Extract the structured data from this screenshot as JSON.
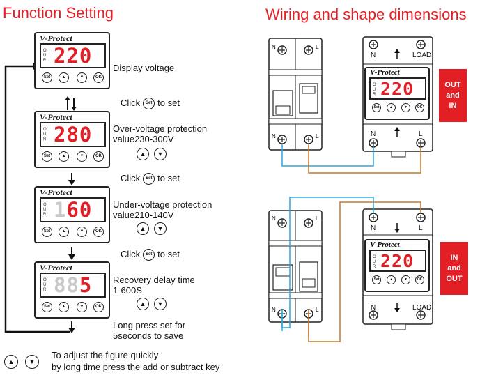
{
  "titles": {
    "function_setting": "Function Setting",
    "wiring": "Wiring and shape dimensions"
  },
  "panel": {
    "brand": "V-Protect",
    "side_labels": [
      "O",
      "U",
      "R"
    ],
    "buttons": {
      "set": "Set",
      "up": "▲",
      "down": "▼",
      "ok": "OK"
    }
  },
  "steps": [
    {
      "digits": "220",
      "lines": [
        "Display voltage"
      ],
      "show_updown": false
    },
    {
      "digits": "280",
      "lines": [
        "Over-voltage protection",
        "value230-300V"
      ],
      "show_updown": true
    },
    {
      "digits": "160",
      "dim_first": true,
      "lines": [
        "Under-voltage protection",
        "value210-140V"
      ],
      "show_updown": true
    },
    {
      "digits": "5",
      "dim_prefix": "88",
      "lines": [
        "Recovery delay time",
        "1-600S"
      ],
      "show_updown": true
    }
  ],
  "click_set": {
    "click": "Click",
    "to_set": "to set",
    "btn": "Set"
  },
  "long_press": [
    "Long press set for",
    "5seconds to save"
  ],
  "footer": [
    "To adjust the figure quickly",
    "by long time press the add or subtract key"
  ],
  "breaker": {
    "n": "N",
    "l": "L"
  },
  "protector_top": {
    "n": "N",
    "load": "LOAD",
    "bottom_n": "N",
    "bottom_l": "L",
    "digits": "220"
  },
  "protector_bottom": {
    "n": "N",
    "l": "L",
    "bottom_n": "N",
    "bottom_load": "LOAD",
    "digits": "220"
  },
  "badges": {
    "top": [
      "OUT",
      "and",
      "IN"
    ],
    "bottom": [
      "IN",
      "and",
      "OUT"
    ]
  },
  "colors": {
    "accent": "#e31f26",
    "wire_blue": "#2aa5d8",
    "wire_brown": "#c0782c"
  }
}
